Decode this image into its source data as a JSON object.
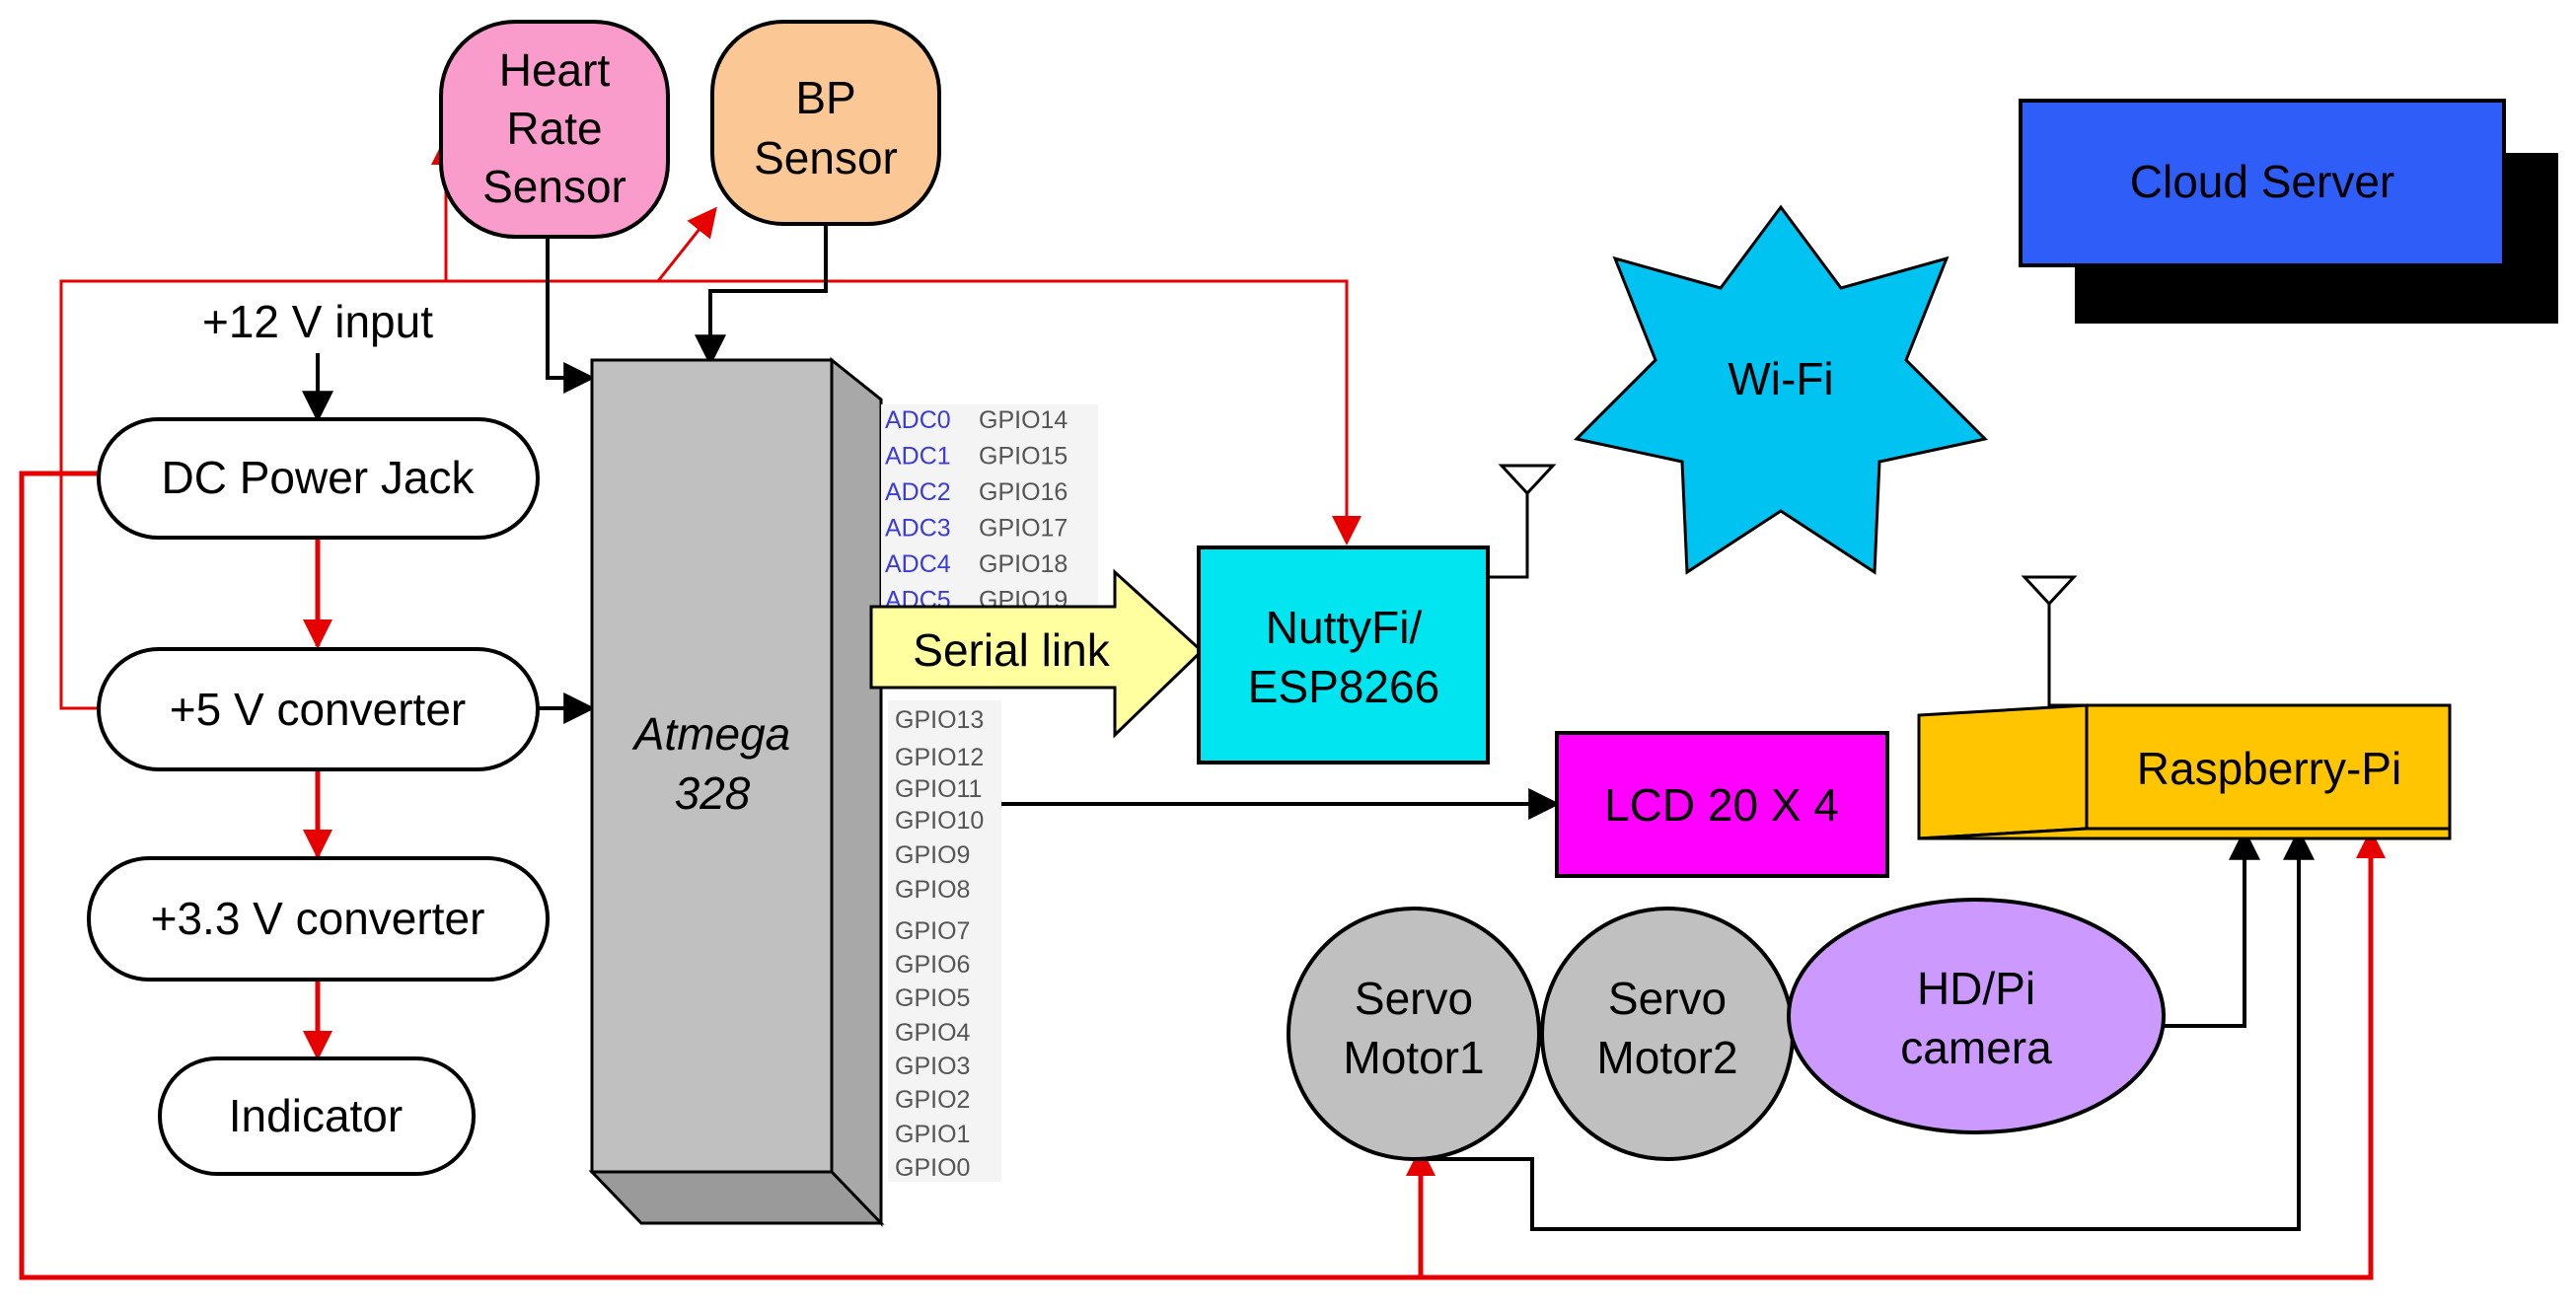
{
  "labels": {
    "heart_rate": [
      "Heart",
      "Rate",
      "Sensor"
    ],
    "bp": [
      "BP",
      "Sensor"
    ],
    "input12": "+12 V input",
    "dc_jack": "DC Power Jack",
    "conv5": "+5 V converter",
    "conv33": "+3.3 V converter",
    "indicator": "Indicator",
    "atmega": [
      "Atmega",
      "328"
    ],
    "serial": "Serial link",
    "esp": [
      "NuttyFi/",
      "ESP8266"
    ],
    "wifi": "Wi-Fi",
    "cloud": "Cloud Server",
    "lcd": "LCD 20 X 4",
    "rpi": "Raspberry-Pi",
    "servo1": [
      "Servo",
      "Motor1"
    ],
    "servo2": [
      "Servo",
      "Motor2"
    ],
    "camera": [
      "HD/Pi",
      "camera"
    ]
  },
  "pins_adc": [
    {
      "adc": "ADC0",
      "gpio": "GPIO14"
    },
    {
      "adc": "ADC1",
      "gpio": "GPIO15"
    },
    {
      "adc": "ADC2",
      "gpio": "GPIO16"
    },
    {
      "adc": "ADC3",
      "gpio": "GPIO17"
    },
    {
      "adc": "ADC4",
      "gpio": "GPIO18"
    },
    {
      "adc": "ADC5",
      "gpio": "GPIO19"
    }
  ],
  "pins_digital": [
    "GPIO13",
    "GPIO12",
    "GPIO11",
    "GPIO10",
    "GPIO9",
    "GPIO8",
    "GPIO7",
    "GPIO6",
    "GPIO5",
    "GPIO4",
    "GPIO3",
    "GPIO2",
    "GPIO1",
    "GPIO0"
  ],
  "colors": {
    "heart": "#f99ccc",
    "bp": "#fbc795",
    "chip": "#c0c0c0",
    "esp": "#00e5ef",
    "wifi": "#00c3f2",
    "cloud": "#2f5df7",
    "lcd": "#ff00ff",
    "rpi": "#ffc500",
    "servo": "#c0c0c0",
    "camera": "#cc99ff",
    "serial": "#ffffa0",
    "wire_power": "#e60000"
  }
}
